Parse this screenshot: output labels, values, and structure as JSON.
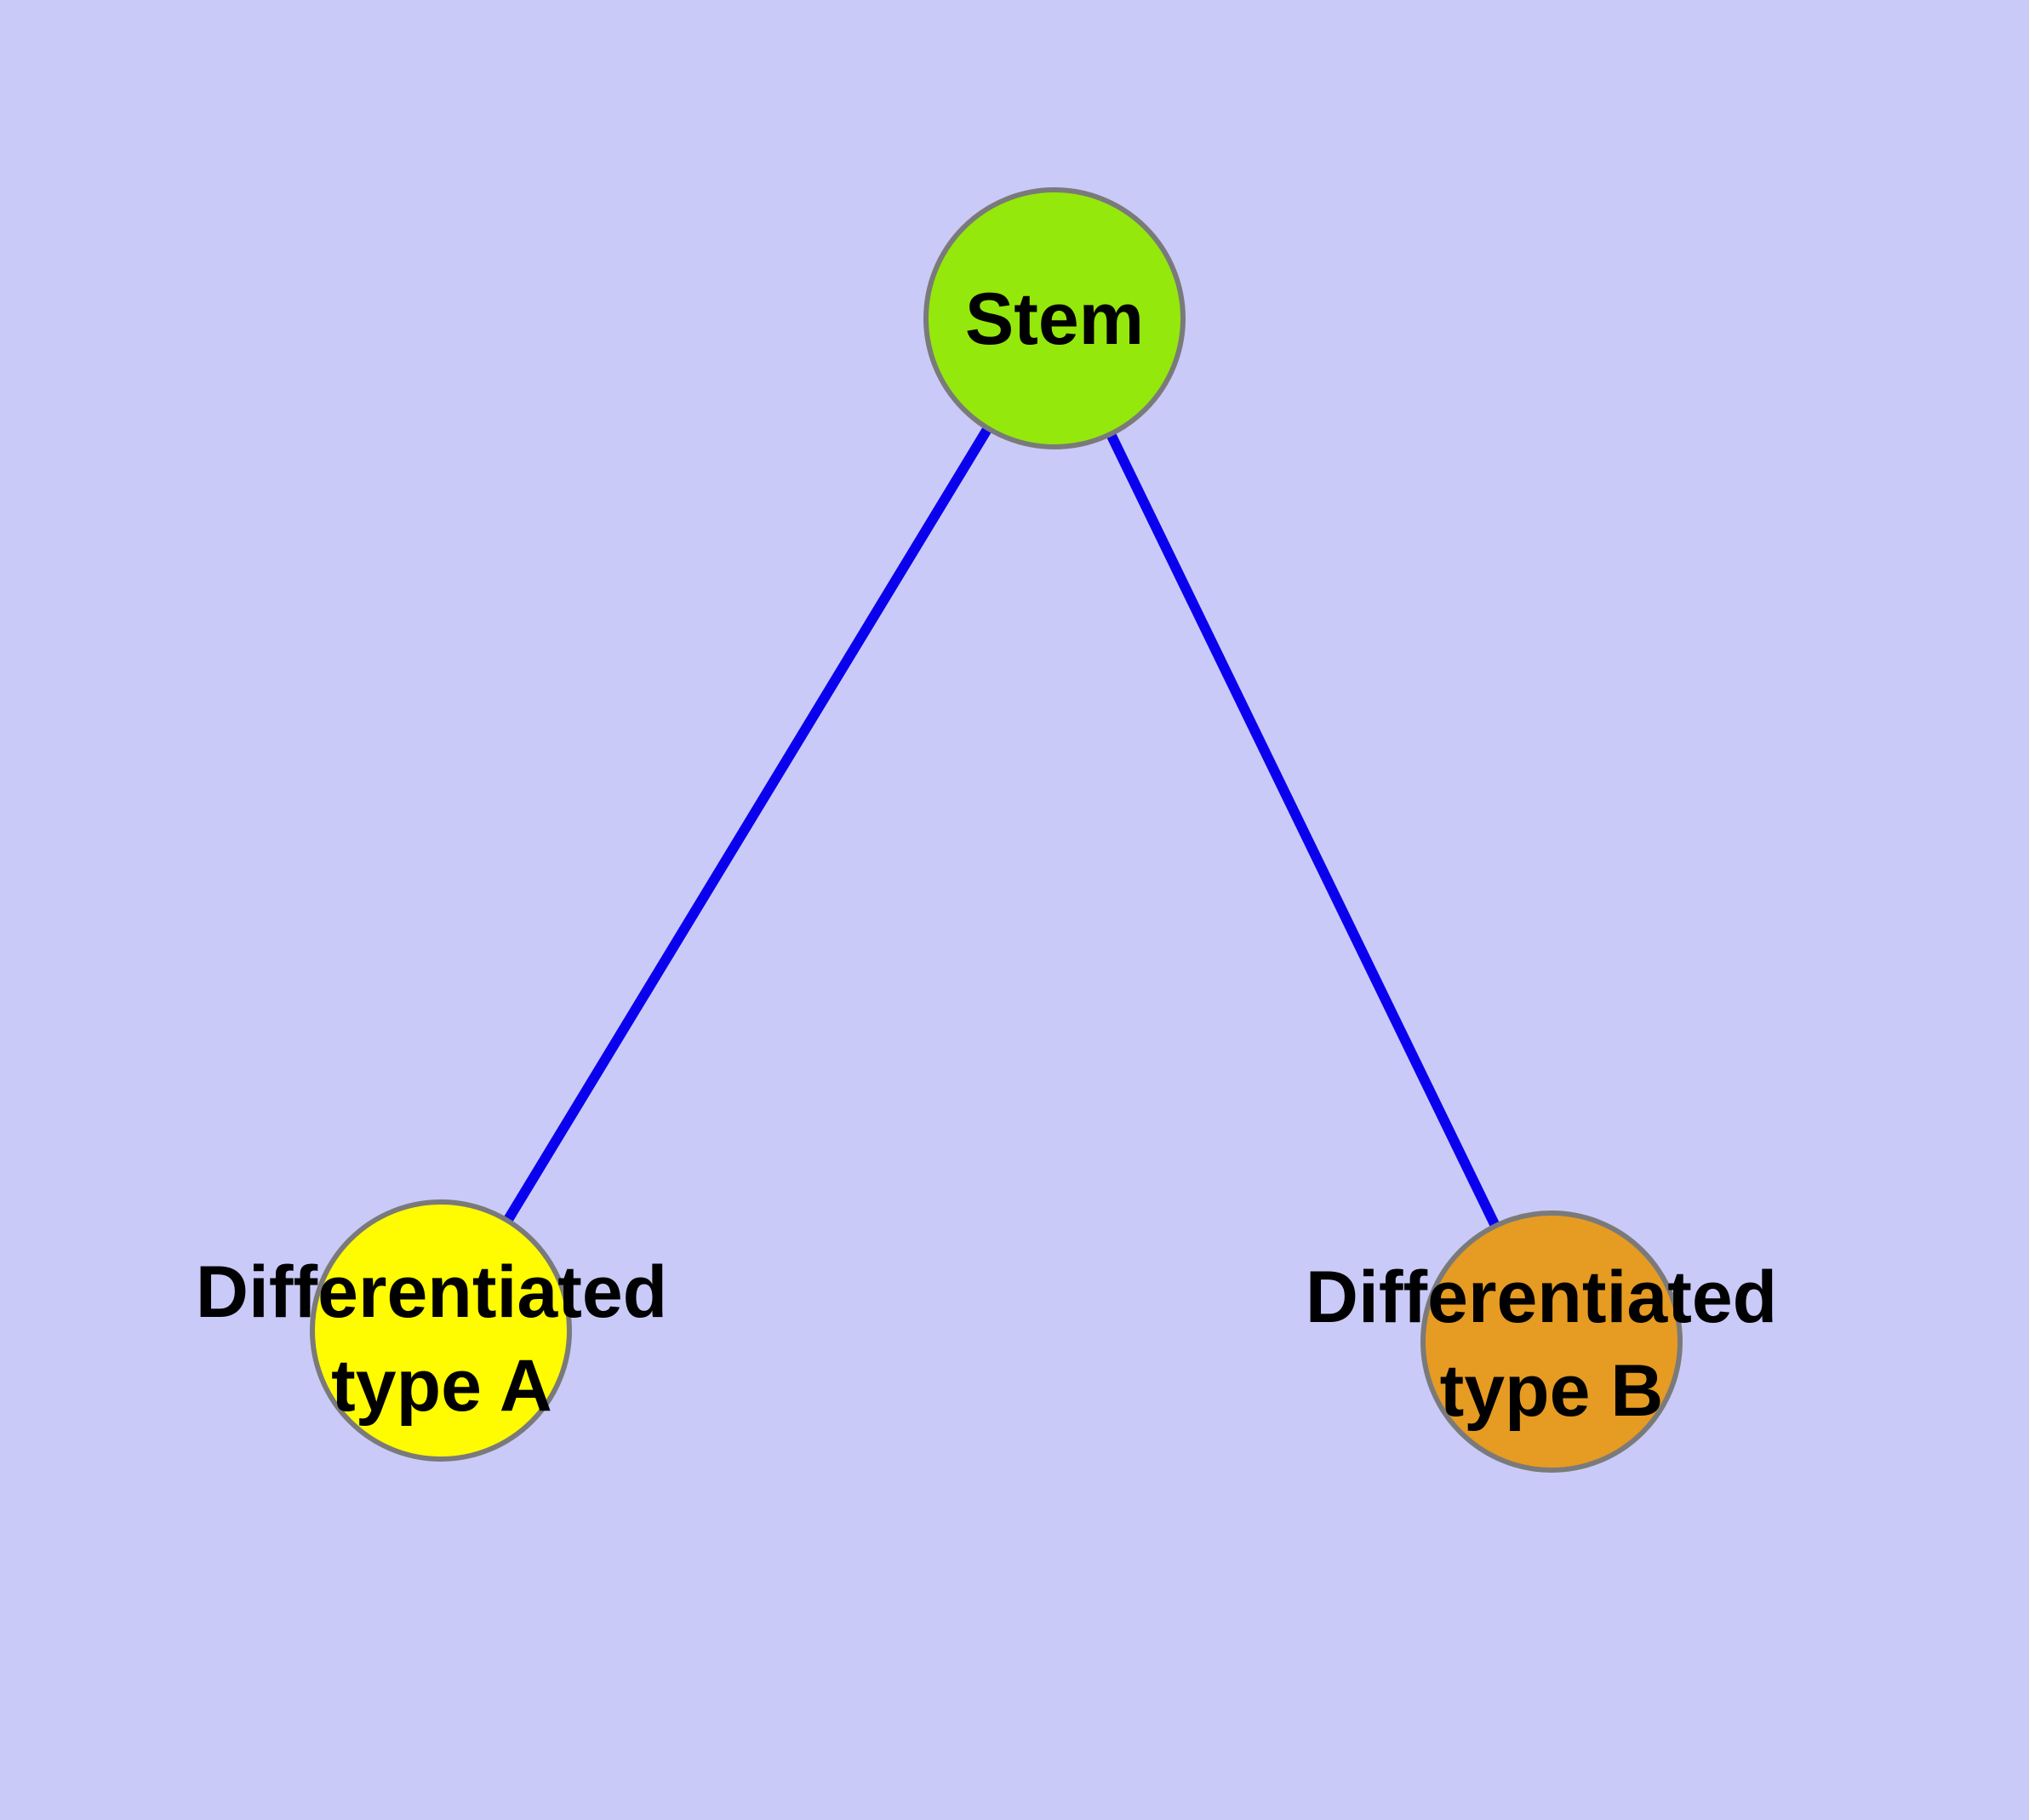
{
  "diagram": {
    "type": "graph",
    "background_color": "#CACAF8",
    "edge_color": "#0A00EE",
    "node_border_color": "#7A7A7A",
    "text_color": "#000000",
    "nodes": [
      {
        "id": "stem",
        "lines": [
          "Stem"
        ],
        "fill": "#94E80C"
      },
      {
        "id": "type_a",
        "lines": [
          "Differentiated",
          "type A"
        ],
        "fill": "#FFFB00"
      },
      {
        "id": "type_b",
        "lines": [
          "Differentiated",
          "type B"
        ],
        "fill": "#E69B22"
      }
    ],
    "edges": [
      {
        "from": "stem",
        "to": "type_a"
      },
      {
        "from": "stem",
        "to": "type_b"
      }
    ]
  }
}
